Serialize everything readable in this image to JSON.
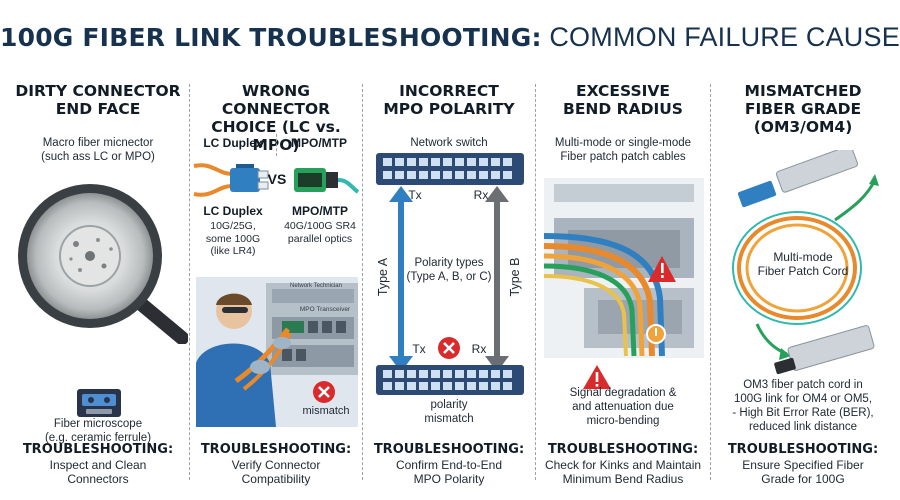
{
  "title": {
    "bold": "100G FIBER LINK TROUBLESHOOTING:",
    "rest": "COMMON FAILURE CAUSES"
  },
  "panels": {
    "dirty": {
      "heading": "DIRTY CONNECTOR\nEND FACE",
      "caption": "Macro fiber micnector\n(such ass LC or MPO)",
      "scope_label": "Fiber microscope\n(e.g. ceramic ferrule)",
      "ts_heading": "TROUBLESHOOTING:",
      "ts_body": "Inspect and Clean\nConnectors"
    },
    "connector": {
      "heading": "WRONG CONNECTOR\nCHOICE (LC vs. MPO)",
      "lc_label": "LC Duplex",
      "mpo_label": "MPO/MTP",
      "vs": "VS",
      "lc_name": "LC Duplex",
      "lc_desc": "10G/25G,\nsome 100G\n(like LR4)",
      "mpo_name": "MPO/MTP",
      "mpo_desc": "40G/100G SR4\nparallel optics",
      "photo_text_1": "Network Technician",
      "photo_text_2": "MPO Transceiver",
      "mismatch": "mismatch",
      "ts_heading": "TROUBLESHOOTING:",
      "ts_body": "Verify Connector\nCompatibility"
    },
    "polarity": {
      "heading": "INCORRECT\nMPO POLARITY",
      "switch_label": "Network switch",
      "tx_top": "Tx",
      "rx_top": "Rx",
      "type_a": "Type A",
      "type_b": "Type B",
      "types_text": "Polarity types\n(Type A, B, or C)",
      "tx_bottom": "Tx",
      "rx_bottom": "Rx",
      "mismatch": "polarity\nmismatch",
      "ts_heading": "TROUBLESHOOTING:",
      "ts_body": "Confirm End-to-End\nMPO Polarity"
    },
    "bend": {
      "heading": "EXCESSIVE\nBEND RADIUS",
      "caption": "Multi-mode or single-mode\nFiber patch patch cables",
      "degradation": "Signal degradation &\nand attenuation due\nmicro-bending",
      "ts_heading": "TROUBLESHOOTING:",
      "ts_body": "Check for Kinks and Maintain\nMinimum Bend Radius"
    },
    "grade": {
      "heading": "MISMATCHED\nFIBER GRADE\n(OM3/OM4)",
      "cord_label": "Multi-mode\nFiber Patch Cord",
      "caption": "OM3 fiber patch cord in\n100G link for OM4 or OM5,\n- High Bit Error Rate (BER),\nreduced link distance",
      "ts_heading": "TROUBLESHOOTING:",
      "ts_body": "Ensure Specified Fiber\nGrade for 100G"
    }
  },
  "colors": {
    "navy": "#16324f",
    "blue": "#2f7fc1",
    "orange": "#e8892b",
    "red": "#d92b2b",
    "green": "#27a05a",
    "aqua": "#2fb9b0"
  }
}
